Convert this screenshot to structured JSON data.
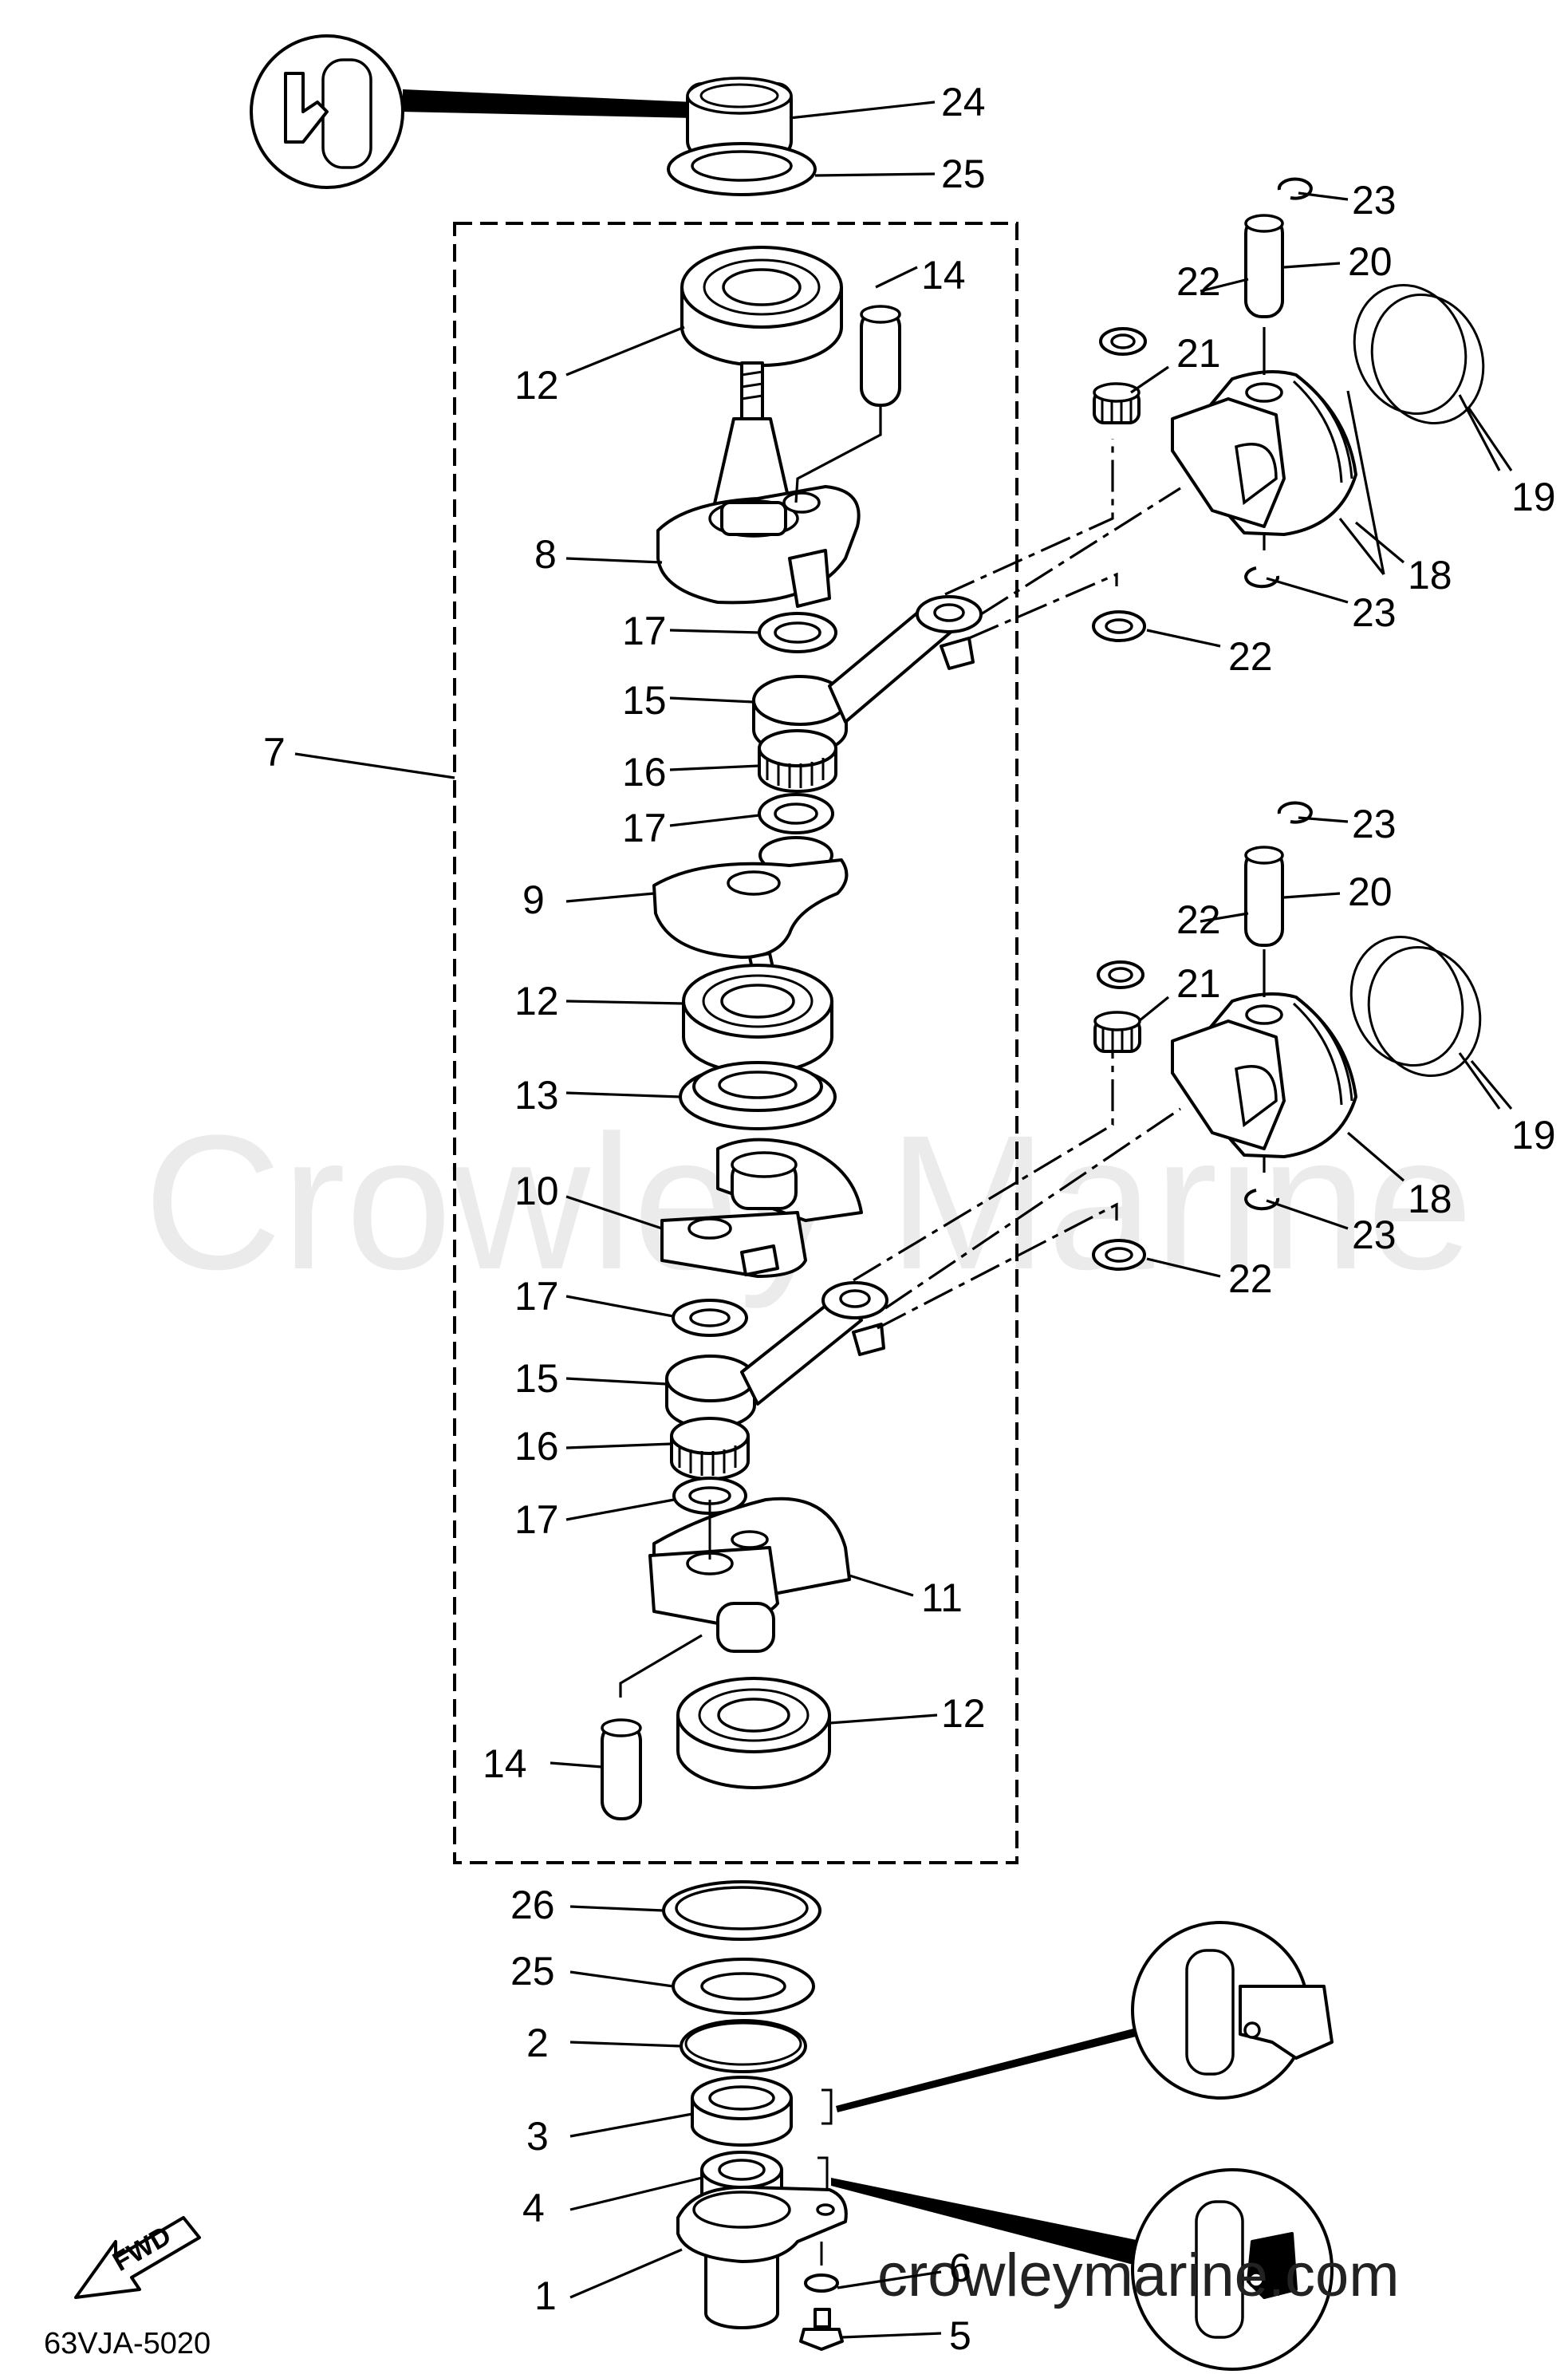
{
  "callouts": {
    "c1": "1",
    "c2": "2",
    "c3": "3",
    "c4": "4",
    "c5": "5",
    "c6": "6",
    "c7": "7",
    "c8": "8",
    "c9": "9",
    "c10": "10",
    "c11": "11",
    "c12a": "12",
    "c12b": "12",
    "c12c": "12",
    "c13": "13",
    "c14a": "14",
    "c14b": "14",
    "c15a": "15",
    "c15b": "15",
    "c16a": "16",
    "c16b": "16",
    "c17a": "17",
    "c17b": "17",
    "c17c": "17",
    "c17d": "17",
    "c18a": "18",
    "c18b": "18",
    "c19a": "19",
    "c19b": "19",
    "c20a": "20",
    "c20b": "20",
    "c21a": "21",
    "c21b": "21",
    "c22a": "22",
    "c22b": "22",
    "c22c": "22",
    "c22d": "22",
    "c23a": "23",
    "c23b": "23",
    "c23c": "23",
    "c23d": "23",
    "c24": "24",
    "c25a": "25",
    "c25b": "25",
    "c26": "26"
  },
  "fwd_label": "FWD",
  "drawing_code": "63VJA-5020",
  "watermark": "Crowley Marine",
  "site_url": "crowleymarine.com"
}
